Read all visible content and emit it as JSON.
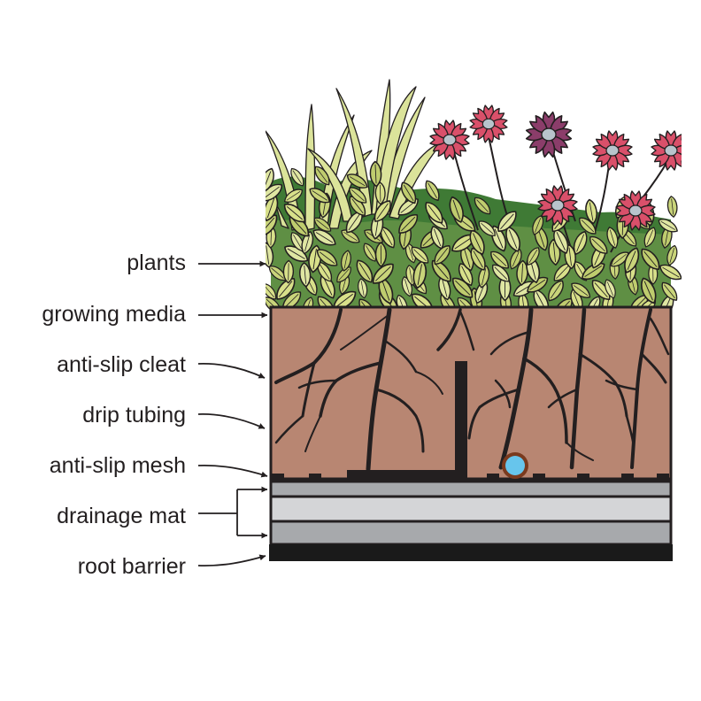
{
  "labels": {
    "plants": "plants",
    "growing_media": "growing media",
    "anti_slip_cleat": "anti-slip cleat",
    "drip_tubing": "drip tubing",
    "anti_slip_mesh": "anti-slip mesh",
    "drainage_mat": "drainage mat",
    "root_barrier": "root barrier"
  },
  "colors": {
    "soil": "#b88672",
    "roots": "#231f20",
    "leaf_light": "#d8e08a",
    "leaf_mid": "#bfcc6e",
    "foliage_dark": "#3f7a35",
    "foliage_back": "#6a9a4a",
    "flower_red": "#d9506a",
    "flower_purple": "#8b3d6a",
    "flower_center": "#b8c4cc",
    "drainage_gray": "#a7a9ac",
    "drainage_light": "#d4d5d7",
    "root_barrier": "#1a1a1a",
    "tube_fill": "#67c5ec",
    "tube_ring": "#7a3a1e"
  }
}
